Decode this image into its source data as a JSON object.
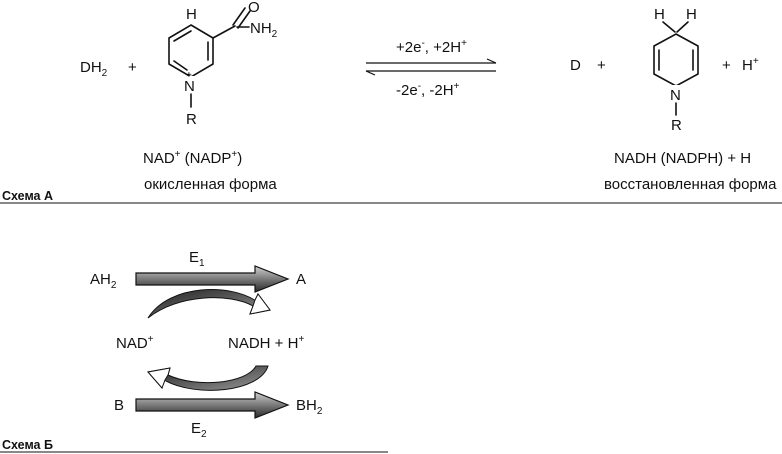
{
  "scheme_a": {
    "caption": "Схема А",
    "reductant": "DH",
    "reductant_sub": "2",
    "plus_1": "+",
    "plus_2": "+",
    "plus_3": "+",
    "h_top": "H",
    "carbonyl_o": "O",
    "amide": "NH",
    "amide_sub": "2",
    "ring_n": "N",
    "ring_charge": "+",
    "r_group": "R",
    "arrow_forward": "+2e",
    "arrow_forward_sup": "-",
    "arrow_forward_2": ", +2H",
    "arrow_forward_2_sup": "+",
    "arrow_reverse": "-2e",
    "arrow_reverse_sup": "-",
    "arrow_reverse_2": ", -2H",
    "arrow_reverse_2_sup": "+",
    "product_d": "D",
    "red_h_left": "H",
    "red_h_right": "H",
    "red_n": "N",
    "red_r": "R",
    "proton": "H",
    "proton_sup": "+",
    "ox_label": "NAD",
    "ox_label_sup": "+",
    "ox_label_2": " (NADP",
    "ox_label_2_sup": "+",
    "ox_label_3": ")",
    "ox_form": "окисленная форма",
    "red_label": "NADH  (NADPH) + H",
    "red_form": "восстановленная форма"
  },
  "scheme_b": {
    "caption": "Схема Б",
    "ah2": "AH",
    "ah2_sub": "2",
    "a": "A",
    "e1": "E",
    "e1_sub": "1",
    "nad": "NAD",
    "nad_sup": "+",
    "nadh": "NADH + H",
    "nadh_sup": "+",
    "b": "B",
    "bh2": "BH",
    "bh2_sub": "2",
    "e2": "E",
    "e2_sub": "2"
  }
}
